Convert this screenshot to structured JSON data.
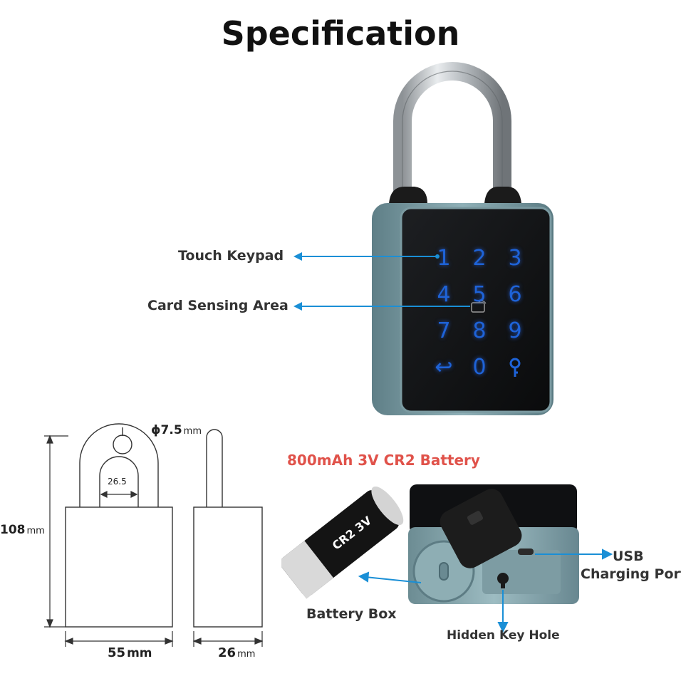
{
  "title": "Specification",
  "labels": {
    "touch_keypad": "Touch Keypad",
    "card_sensing_area": "Card Sensing Area",
    "battery": "800mAh 3V CR2 Battery",
    "usb_line1": "USB",
    "usb_line2": "Charging Port",
    "battery_box": "Battery Box",
    "hidden_key_hole": "Hidden Key Hole"
  },
  "keypad": {
    "keys": [
      "1",
      "2",
      "3",
      "4",
      "5",
      "6",
      "7",
      "8",
      "9",
      "↩",
      "0",
      "key"
    ]
  },
  "dimensions": {
    "shackle_diameter": "ϕ7.5",
    "shackle_diameter_unit": "mm",
    "shackle_inner_width": "26.5",
    "height": "108",
    "height_unit": "mm",
    "width": "55",
    "width_unit": "mm",
    "depth": "26",
    "depth_unit": "mm"
  },
  "colors": {
    "accent_arrow": "#1a8fd6",
    "battery_title": "#e0524a",
    "key_glow": "#1e63d8",
    "lock_body": "#7f9ea5"
  }
}
